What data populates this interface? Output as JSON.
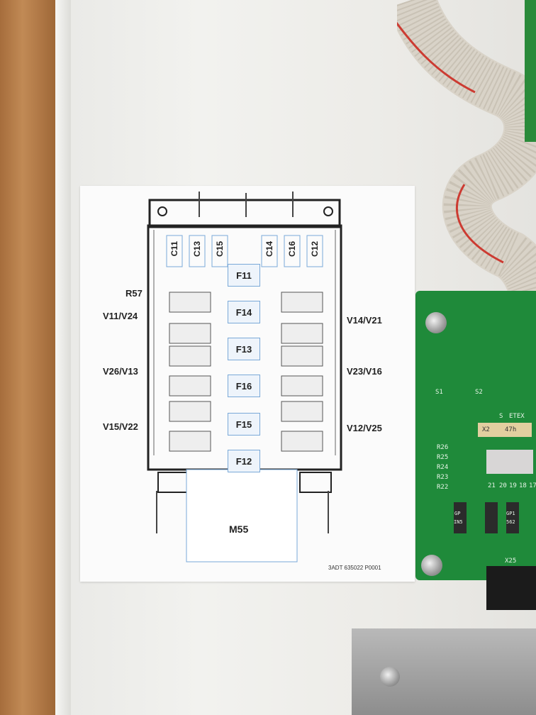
{
  "label": {
    "capacitors_left": [
      "C11",
      "C13",
      "C15"
    ],
    "capacitors_right": [
      "C14",
      "C16",
      "C12"
    ],
    "fuses": [
      "F11",
      "F14",
      "F13",
      "F16",
      "F15",
      "F12"
    ],
    "resistor": "R57",
    "left_pairs": [
      "V11/V24",
      "V26/V13",
      "V15/V22"
    ],
    "right_pairs": [
      "V14/V21",
      "V23/V16",
      "V12/V25"
    ],
    "module": "M55",
    "part_code": "3ADT 635022 P0001"
  },
  "pcb": {
    "labels": [
      "S1",
      "S2",
      "S",
      "ETEX",
      "X2",
      "47h",
      "R26",
      "R25",
      "R24",
      "R23",
      "R22",
      "21",
      "20",
      "19",
      "18",
      "17",
      "GP",
      "IN5",
      "GP1",
      "562",
      "X25"
    ]
  },
  "colors": {
    "wood": "#b07a4a",
    "panel": "#ececea",
    "pcb": "#1f8a3a",
    "diagram_line": "#222222",
    "diagram_blue": "#7aa9d8"
  }
}
